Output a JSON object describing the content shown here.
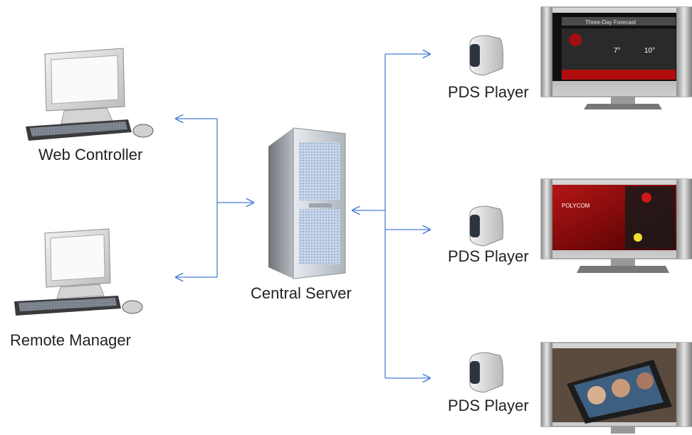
{
  "nodes": {
    "web_controller": {
      "label": "Web Controller"
    },
    "remote_manager": {
      "label": "Remote Manager"
    },
    "central_server": {
      "label": "Central Server"
    },
    "players": [
      {
        "label": "PDS Player",
        "screen": "weather"
      },
      {
        "label": "PDS Player",
        "screen": "polycom"
      },
      {
        "label": "PDS Player",
        "screen": "video"
      }
    ]
  },
  "screens": {
    "weather": {
      "title": "Three-Day Forecast",
      "temps": [
        "7°",
        "10°"
      ]
    },
    "polycom": {
      "brand": "POLYCOM"
    }
  },
  "colors": {
    "connector": "#4a7fd4",
    "text": "#222222",
    "monitor_bezel": "#8c8c8c",
    "screen_red": "#8a0a0a"
  }
}
